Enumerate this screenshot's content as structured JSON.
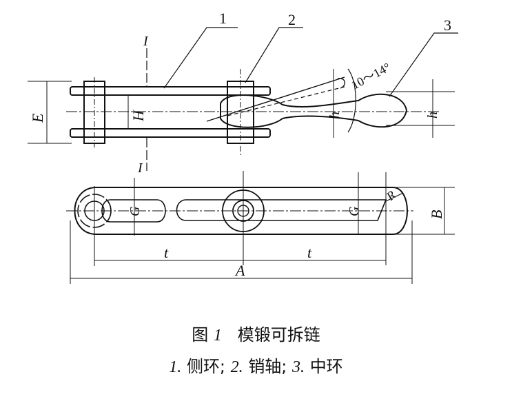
{
  "labels": {
    "part1": "1",
    "part2": "2",
    "part3": "3",
    "section_top": "I",
    "section_bottom": "I",
    "dim_E": "E",
    "dim_H": "H",
    "dim_h_left": "h",
    "dim_h_right": "h",
    "angle": "10～14°",
    "dim_G_left": "G",
    "dim_G_right": "G",
    "dim_R": "R",
    "dim_B": "B",
    "dim_t_left": "t",
    "dim_t_right": "t",
    "dim_A": "A"
  },
  "caption": {
    "fig_label": "图",
    "fig_num": "1",
    "fig_title": "模锻可拆链",
    "legend_n1": "1.",
    "legend_1": "侧环;",
    "legend_n2": "2.",
    "legend_2": "销轴;",
    "legend_n3": "3.",
    "legend_3": "中环"
  }
}
